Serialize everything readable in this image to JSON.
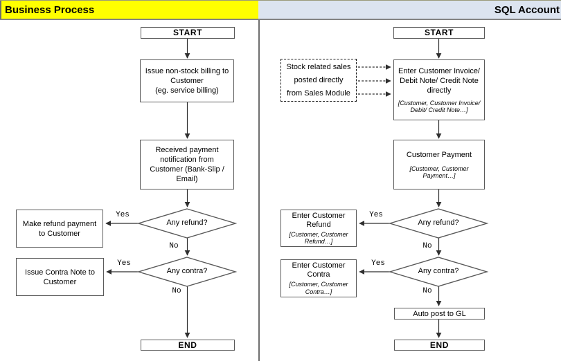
{
  "headers": {
    "business_process": "Business Process",
    "sql_account": "SQL Account"
  },
  "labels": {
    "yes": "Yes",
    "no": "No"
  },
  "business_flow": {
    "start": "START",
    "issue_billing": "Issue non-stock billing to\nCustomer\n(eg. service billing)",
    "received_payment": "Received payment\nnotification from\nCustomer (Bank-Slip /\nEmail)",
    "any_refund": "Any refund?",
    "make_refund": "Make refund payment\nto Customer",
    "any_contra": "Any contra?",
    "issue_contra": "Issue Contra Note to\nCustomer",
    "end": "END"
  },
  "sql_flow": {
    "start": "START",
    "stock_note": "Stock related sales\nposted directly\nfrom Sales Module",
    "enter_invoice": "Enter Customer Invoice/\nDebit Note/ Credit Note\ndirectly",
    "enter_invoice_sub": "[Customer, Customer Invoice/\nDebit/ Credit Note…]",
    "customer_payment": "Customer Payment",
    "customer_payment_sub": "[Customer, Customer\nPayment…]",
    "any_refund": "Any refund?",
    "enter_refund": "Enter Customer\nRefund",
    "enter_refund_sub": "[Customer, Customer\nRefund…]",
    "any_contra": "Any contra?",
    "enter_contra": "Enter Customer\nContra",
    "enter_contra_sub": "[Customer, Customer\nContra…]",
    "auto_post": "Auto post to GL",
    "end": "END"
  },
  "colors": {
    "business_header_bg": "#ffff00",
    "sql_header_bg": "#dce4f0",
    "box_border": "#595959",
    "line": "#2f2f2f"
  }
}
